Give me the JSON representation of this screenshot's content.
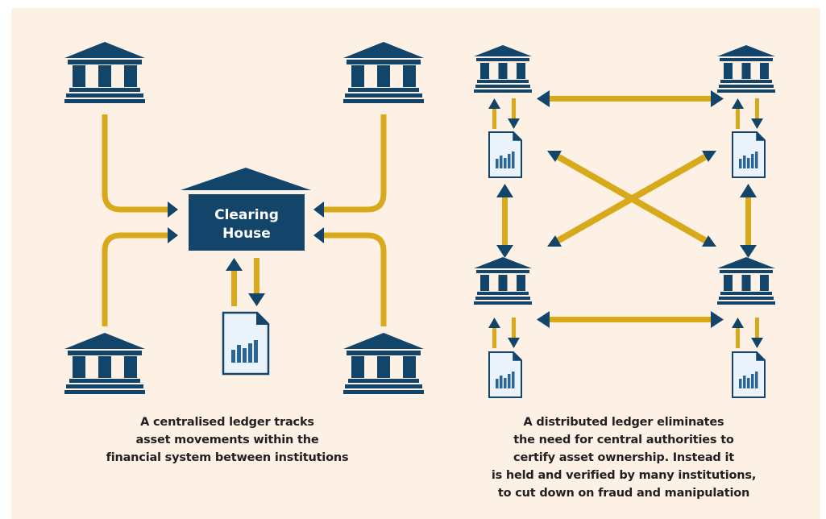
{
  "clearing_house": {
    "label_line1": "Clearing",
    "label_line2": "House"
  },
  "captions": {
    "centralised": [
      "A centralised ledger tracks",
      "asset movements within the",
      "financial system between institutions"
    ],
    "distributed": [
      "A distributed ledger eliminates",
      "the need for central authorities to",
      "certify asset ownership. Instead it",
      "is held and verified by many institutions,",
      "to cut down on fraud and manipulation"
    ]
  },
  "icons": {
    "institution": "bank-building-icon",
    "ledger": "ledger-document-icon"
  },
  "colors": {
    "background": "#fdf1e5",
    "navy": "#13446a",
    "gold": "#d9a91c",
    "document_fill": "#eaf3fb",
    "document_bars": "#2a6596",
    "text": "#231f20"
  }
}
